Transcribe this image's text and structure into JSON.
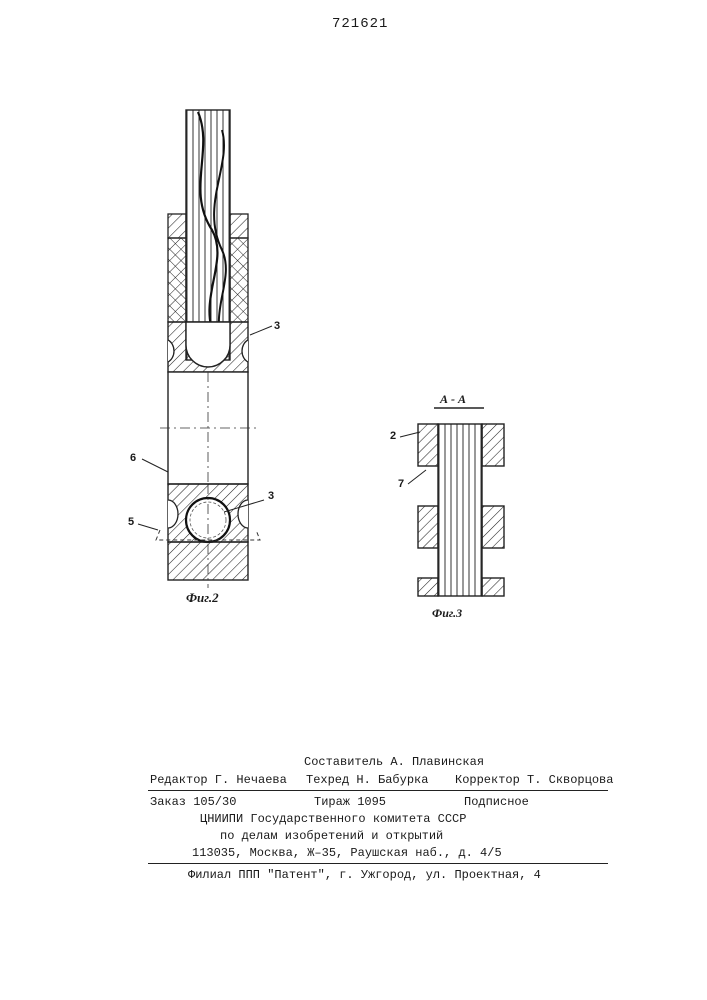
{
  "patent_number": "721621",
  "figure2": {
    "caption": "Фиг.2",
    "labels": [
      "3",
      "6",
      "3",
      "5"
    ]
  },
  "figure3": {
    "section_title": "А - А",
    "caption": "Фиг.3",
    "labels": [
      "2",
      "7"
    ]
  },
  "imprint": {
    "compiler": "Составитель А. Плавинская",
    "editor": "Редактор  Г. Нечаева",
    "techred": "Техред Н. Бабурка",
    "corrector": "Корректор  Т. Скворцова",
    "order": "Заказ 105/30",
    "circulation": "Тираж 1095",
    "subscription": "Подписное",
    "org1": "ЦНИИПИ Государственного комитета СССР",
    "org2": "по делам изобретений и открытий",
    "address": "113035, Москва, Ж–35, Раушская наб., д. 4/5",
    "branch": "Филиал ППП \"Патент\", г. Ужгород, ул. Проектная, 4"
  }
}
